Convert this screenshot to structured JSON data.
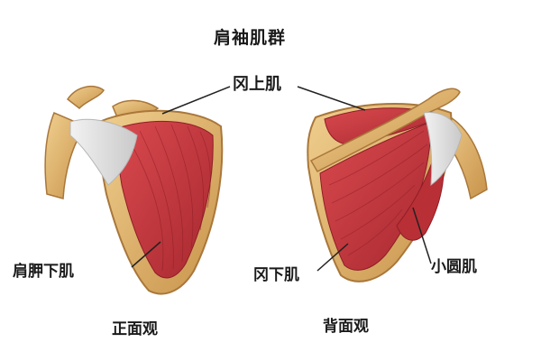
{
  "title": "肩袖肌群",
  "labels": {
    "supraspinatus": "冈上肌",
    "subscapularis": "肩胛下肌",
    "infraspinatus": "冈下肌",
    "teres_minor": "小圆肌"
  },
  "views": {
    "front": "正面观",
    "back": "背面观"
  },
  "colors": {
    "bone": "#e2b36b",
    "bone_dark": "#b9853e",
    "muscle": "#c8353b",
    "muscle_dark": "#8f1e26",
    "tendon": "#dcdcdc",
    "leader_line": "#222222"
  }
}
